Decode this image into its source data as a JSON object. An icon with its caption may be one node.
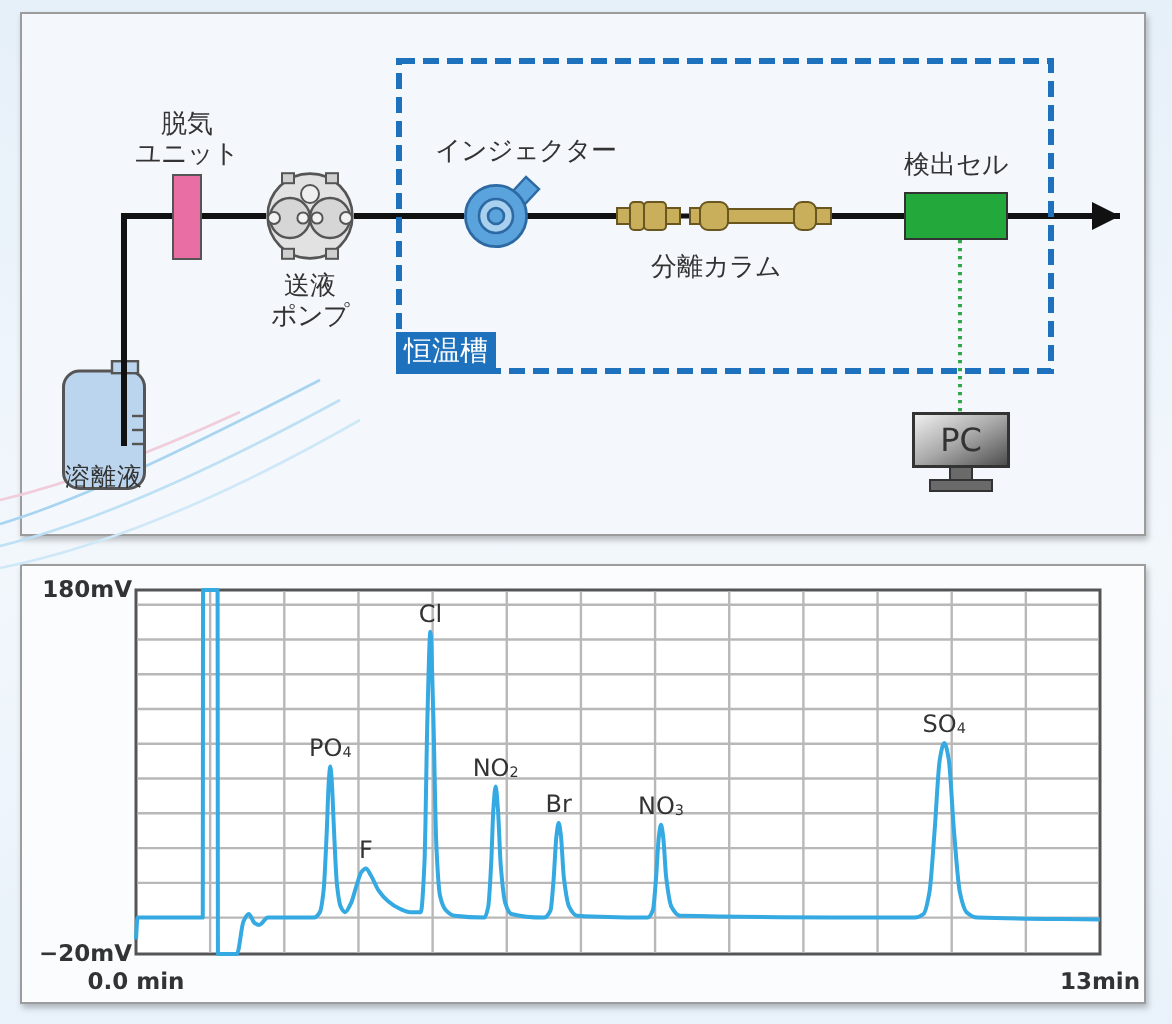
{
  "diagram": {
    "nodes": [
      {
        "text": [
          "溶離液"
        ]
      },
      {
        "text": [
          "脱気ユニット"
        ]
      },
      {
        "text": [
          "送液ポンプ"
        ]
      },
      {
        "text": [
          "恒温槽"
        ]
      },
      {
        "text": [
          "インジェクター"
        ],
        "in": 3
      },
      {
        "text": [
          "分離カラム"
        ],
        "in": 3
      },
      {
        "text": [
          "検出セル"
        ],
        "in": 3
      },
      {
        "text": [
          "PC"
        ]
      }
    ],
    "edges": [
      {
        "from": 0,
        "to": 1,
        "arrow": "none"
      },
      {
        "from": 1,
        "to": 2,
        "arrow": "none"
      },
      {
        "from": 2,
        "to": 4,
        "arrow": "none"
      },
      {
        "from": 4,
        "to": 5,
        "arrow": "none"
      },
      {
        "from": 5,
        "to": 6,
        "arrow": "none"
      },
      {
        "from": 6,
        "to": null,
        "arrow": "to"
      },
      {
        "from": 6,
        "to": 7,
        "arrow": "none",
        "style": "dashed",
        "color": "#2fa84f"
      }
    ],
    "chart_data": {
      "type": "line",
      "x": [
        0,
        0.02,
        0.9,
        0.905,
        1.1,
        1.105,
        1.36,
        1.45,
        1.52,
        1.6,
        1.66,
        1.78,
        2.4,
        2.48,
        2.53,
        2.57,
        2.6,
        2.62,
        2.64,
        2.67,
        2.71,
        2.76,
        2.82,
        2.9,
        2.97,
        3.04,
        3.1,
        3.17,
        3.27,
        3.4,
        3.55,
        3.7,
        3.84,
        3.89,
        3.93,
        3.97,
        4.01,
        4.05,
        4.1,
        4.18,
        4.3,
        4.7,
        4.75,
        4.79,
        4.82,
        4.85,
        4.88,
        4.92,
        4.98,
        5.06,
        5.5,
        5.59,
        5.63,
        5.67,
        5.7,
        5.73,
        5.77,
        5.84,
        5.95,
        6.9,
        6.97,
        7.01,
        7.05,
        7.08,
        7.11,
        7.15,
        7.22,
        7.34,
        10.5,
        10.62,
        10.7,
        10.77,
        10.84,
        10.9,
        10.96,
        11.03,
        11.11,
        11.2,
        11.35,
        13
      ],
      "series": [
        {
          "color": "#35a9e1",
          "values": [
            -12,
            0,
            0,
            180,
            180,
            -20,
            -20,
            -2,
            2,
            -3,
            -4,
            0,
            0,
            3,
            15,
            45,
            75,
            83,
            75,
            48,
            18,
            6,
            3,
            8,
            17,
            25,
            27,
            23,
            15,
            9,
            5,
            3,
            3,
            30,
            110,
            157,
            110,
            40,
            12,
            4,
            1,
            0,
            6,
            30,
            60,
            72,
            60,
            28,
            8,
            2,
            0,
            4,
            20,
            45,
            52,
            45,
            22,
            6,
            1,
            0,
            4,
            20,
            44,
            51,
            44,
            22,
            6,
            1,
            0,
            2,
            14,
            48,
            87,
            96,
            87,
            48,
            14,
            3,
            0,
            -1
          ]
        }
      ],
      "xlim": [
        0,
        13
      ],
      "ylim": [
        -20,
        180
      ],
      "xticks": [
        {
          "value": 0,
          "label": "0.0 min"
        },
        {
          "value": 13,
          "label": "13min"
        }
      ],
      "yticks": [
        {
          "value": 180,
          "label": "180mV"
        },
        {
          "value": -20,
          "label": "−20mV"
        }
      ],
      "annotations": [
        {
          "x": 2.62,
          "y": 83,
          "text": "PO$_{4}$"
        },
        {
          "x": 3.1,
          "y": 27,
          "text": "F"
        },
        {
          "x": 3.97,
          "y": 157,
          "text": "Cl"
        },
        {
          "x": 4.85,
          "y": 72,
          "text": "NO$_{2}$"
        },
        {
          "x": 5.7,
          "y": 52,
          "text": "Br"
        },
        {
          "x": 7.08,
          "y": 51,
          "text": "NO$_{3}$"
        },
        {
          "x": 10.9,
          "y": 96,
          "text": "SO$_{4}$"
        }
      ]
    }
  }
}
